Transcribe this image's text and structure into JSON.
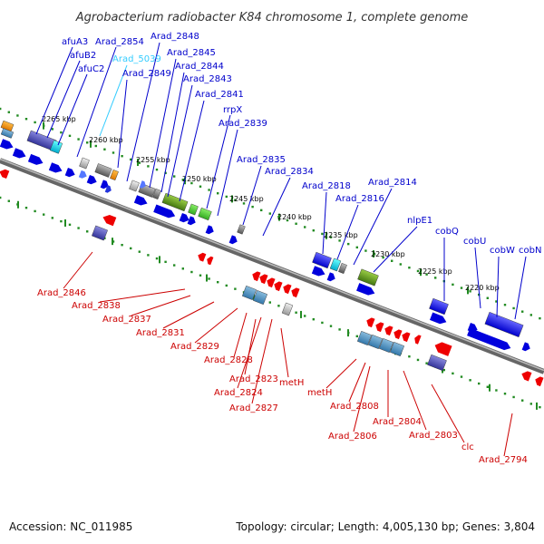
{
  "title": "Agrobacterium radiobacter K84 chromosome 1, complete genome",
  "footer": {
    "accession": "Accession: NC_011985",
    "summary": "Topology: circular; Length: 4,005,130 bp; Genes: 3,804"
  },
  "colors": {
    "forward_label": "#0000cc",
    "highlight_label": "#33ccff",
    "reverse_label": "#cc0000",
    "backbone": "#888888",
    "tick_dots": "#228b22"
  },
  "scale_labels": [
    "2265 kbp",
    "2260 kbp",
    "2255 kbp",
    "2250 kbp",
    "2245 kbp",
    "2240 kbp",
    "2235 kbp",
    "2230 kbp",
    "2225 kbp",
    "2220 kbp"
  ],
  "forward_genes": [
    {
      "label": "afuA3"
    },
    {
      "label": "afuB2"
    },
    {
      "label": "afuC2"
    },
    {
      "label": "Arad_2854"
    },
    {
      "label": "Arad_5039",
      "highlight": true
    },
    {
      "label": "Arad_2849"
    },
    {
      "label": "Arad_2848"
    },
    {
      "label": "Arad_2845"
    },
    {
      "label": "Arad_2844"
    },
    {
      "label": "Arad_2843"
    },
    {
      "label": "Arad_2841"
    },
    {
      "label": "rrpX"
    },
    {
      "label": "Arad_2839"
    },
    {
      "label": "Arad_2835"
    },
    {
      "label": "Arad_2834"
    },
    {
      "label": "Arad_2818"
    },
    {
      "label": "Arad_2816"
    },
    {
      "label": "Arad_2814"
    },
    {
      "label": "nlpE1"
    },
    {
      "label": "cobQ"
    },
    {
      "label": "cobU"
    },
    {
      "label": "cobW"
    },
    {
      "label": "cobN"
    }
  ],
  "reverse_genes": [
    {
      "label": "Arad_2846"
    },
    {
      "label": "Arad_2838"
    },
    {
      "label": "Arad_2837"
    },
    {
      "label": "Arad_2831"
    },
    {
      "label": "Arad_2829"
    },
    {
      "label": "Arad_2828"
    },
    {
      "label": "Arad_2823"
    },
    {
      "label": "Arad_2824"
    },
    {
      "label": "Arad_2827"
    },
    {
      "label": "metH"
    },
    {
      "label": "metH"
    },
    {
      "label": "Arad_2808"
    },
    {
      "label": "Arad_2806"
    },
    {
      "label": "Arad_2804"
    },
    {
      "label": "Arad_2803"
    },
    {
      "label": "clc"
    },
    {
      "label": "Arad_2794"
    }
  ]
}
